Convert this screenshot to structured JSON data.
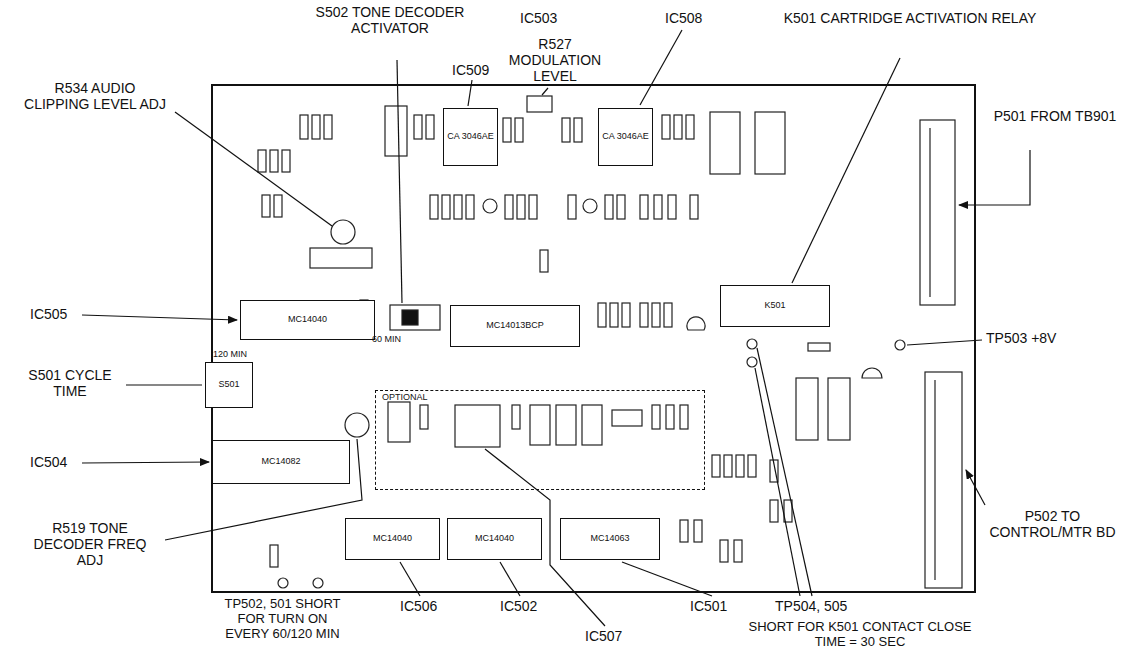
{
  "diagram": {
    "nodes": [
      {
        "text": [
          "CA 3046AE"
        ]
      },
      {
        "text": [
          "CA 3046AE"
        ]
      },
      {
        "text": [
          "MC14040"
        ]
      },
      {
        "text": [
          "S501"
        ]
      },
      {
        "text": [
          "MC14013BCP"
        ]
      },
      {
        "text": [
          "K501"
        ]
      },
      {
        "text": [
          "OPTIONAL"
        ]
      },
      {
        "text": [
          "MC14082"
        ]
      },
      {
        "text": [
          "MC14040"
        ]
      },
      {
        "text": [
          "MC14040"
        ]
      },
      {
        "text": [
          "MC14063"
        ]
      }
    ],
    "labels": [
      "S502 TONE DECODER ACTIVATOR",
      "IC503",
      "R527 MODULATION LEVEL",
      "IC508",
      "K501 CARTRIDGE ACTIVATION RELAY",
      "IC509",
      "R534 AUDIO CLIPPING LEVEL ADJ",
      "P501 FROM TB901",
      "IC505",
      "TP503 +8V",
      "S501 CYCLE TIME",
      "IC504",
      "P502 TO CONTROL/MTR BD",
      "R519 TONE DECODER FREQ ADJ",
      "TP502, 501 SHORT FOR TURN ON EVERY 60/120 MIN",
      "IC506",
      "IC502",
      "IC507",
      "IC501",
      "TP504, 505",
      "SHORT FOR K501 CONTACT CLOSE TIME = 30 SEC",
      "120 MIN",
      "60 MIN"
    ]
  }
}
